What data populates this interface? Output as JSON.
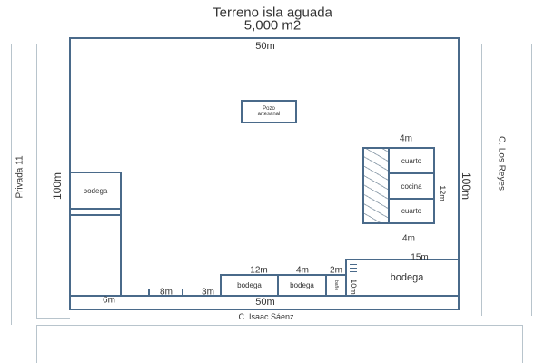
{
  "title": "Terreno isla aguada",
  "area": "5,000 m2",
  "streets": {
    "left": "Privada 11",
    "right": "C. Los Reyes",
    "bottom": "C. Isaac Sáenz"
  },
  "dimensions": {
    "top": "50m",
    "bottom": "50m",
    "left": "100m",
    "right": "100m",
    "room_width_top": "4m",
    "room_width_bottom": "4m",
    "room_height": "12m",
    "bodega_right_width": "15m",
    "bodega_right_height": "10m",
    "b1": "12m",
    "b2": "4m",
    "b3": "2m",
    "left_strip": "6m",
    "gap1": "8m",
    "gap2": "3m"
  },
  "rooms": {
    "bodega_left": "bodega",
    "pozo": "Pozo artesanal",
    "cuarto1": "cuarto",
    "cocina": "cocina",
    "cuarto2": "cuarto",
    "bodega_right": "bodega",
    "bodega1": "bodega",
    "bodega2": "bodega",
    "bano": "baño"
  }
}
